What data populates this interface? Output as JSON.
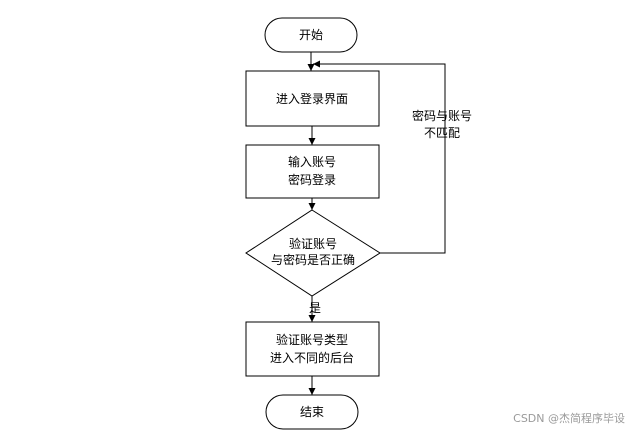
{
  "nodes": {
    "start": "开始",
    "login_page": "进入登录界面",
    "input_line1": "输入账号",
    "input_line2": "密码登录",
    "verify_line1": "验证账号",
    "verify_line2": "与密码是否正确",
    "dispatch_line1": "验证账号类型",
    "dispatch_line2": "进入不同的后台",
    "end": "结束"
  },
  "edges": {
    "mismatch_line1": "密码与账号",
    "mismatch_line2": "不匹配",
    "yes": "是"
  },
  "watermark": "CSDN @杰简程序毕设"
}
